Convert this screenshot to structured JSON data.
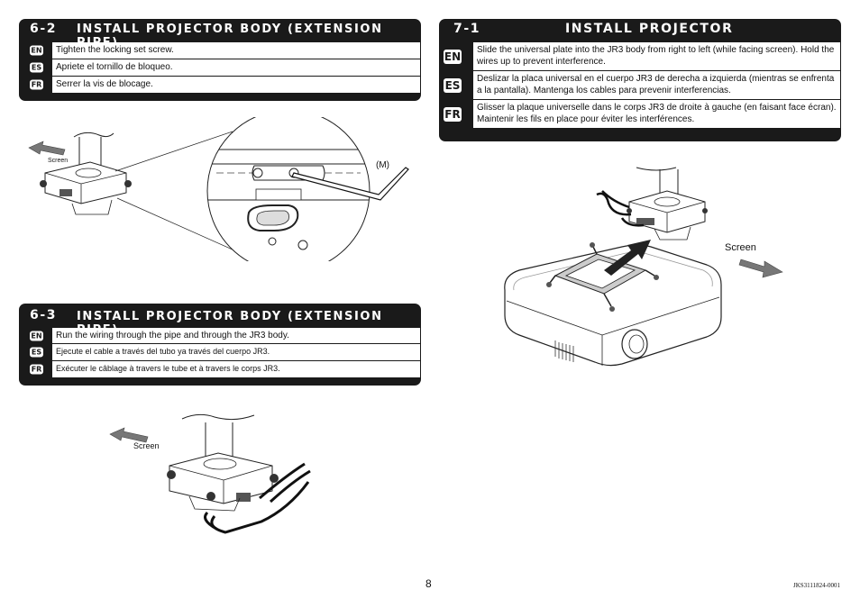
{
  "sections": {
    "s62": {
      "number": "6-2",
      "title": "INSTALL PROJECTOR BODY (EXTENSION PIPE)",
      "rows": [
        {
          "lang": "EN",
          "text": "Tighten the locking set screw."
        },
        {
          "lang": "ES",
          "text": "Apriete el tornillo de bloqueo."
        },
        {
          "lang": "FR",
          "text": "Serrer la vis de blocage."
        }
      ]
    },
    "s63": {
      "number": "6-3",
      "title": "INSTALL PROJECTOR BODY (EXTENSION PIPE)",
      "rows": [
        {
          "lang": "EN",
          "text": "Run the wiring through the pipe and through the JR3 body."
        },
        {
          "lang": "ES",
          "text": "Ejecute el cable a través del tubo ya través del cuerpo JR3."
        },
        {
          "lang": "FR",
          "text": "Exécuter le câblage à travers le tube et à travers le corps JR3."
        }
      ]
    },
    "s71": {
      "number": "7-1",
      "title": "INSTALL PROJECTOR",
      "rows": [
        {
          "lang": "EN",
          "text": "Slide the universal plate into the JR3 body from right to left (while facing screen).  Hold the wires up to prevent interference."
        },
        {
          "lang": "ES",
          "text": "Deslizar la placa universal en el cuerpo JR3 de derecha a izquierda (mientras se enfrenta a la pantalla). Mantenga los cables para prevenir interferencias."
        },
        {
          "lang": "FR",
          "text": "Glisser la plaque universelle dans le corps JR3 de droite à gauche (en faisant face écran). Maintenir les fils en place pour éviter les interférences."
        }
      ]
    }
  },
  "figures": {
    "fig62": {
      "screen_label": "Screen",
      "callout_label": "(M)"
    },
    "fig63": {
      "screen_label": "Screen"
    },
    "fig71": {
      "screen_label": "Screen"
    }
  },
  "footer": {
    "page_number": "8",
    "doc_code": "JKS3111824-0001"
  }
}
